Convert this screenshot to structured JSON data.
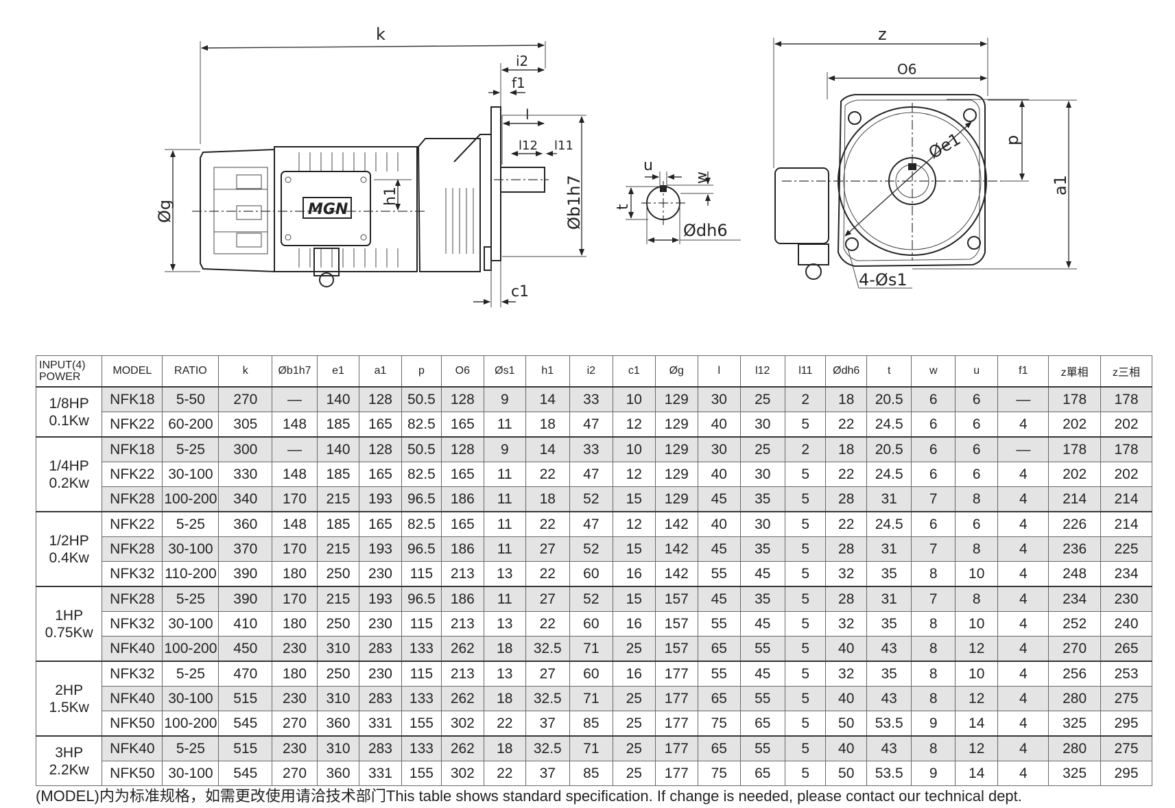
{
  "drawing": {
    "side_labels": {
      "k": "k",
      "i2": "i2",
      "f1": "f1",
      "l": "l",
      "l12": "l12",
      "l11": "l11",
      "g": "Øg",
      "h1": "h1",
      "b1h7": "Øb1h7",
      "c1": "c1"
    },
    "brand": "MGN",
    "shaft_labels": {
      "u": "u",
      "w": "w",
      "t": "t",
      "dh6": "Ødh6"
    },
    "front_labels": {
      "z": "z",
      "o6": "O6",
      "e1": "Øe1",
      "p": "p",
      "a1": "a1",
      "s1": "4-Øs1"
    }
  },
  "table": {
    "headers": [
      "INPUT(4)\nPOWER",
      "MODEL",
      "RATIO",
      "k",
      "Øb1h7",
      "e1",
      "a1",
      "p",
      "O6",
      "Øs1",
      "h1",
      "i2",
      "c1",
      "Øg",
      "l",
      "l12",
      "l11",
      "Ødh6",
      "t",
      "w",
      "u",
      "f1",
      "z單相",
      "z三相"
    ],
    "groups": [
      {
        "power": "1/8HP\n0.1Kw",
        "rows": [
          [
            "NFK18",
            "5-50",
            "270",
            "—",
            "140",
            "128",
            "50.5",
            "128",
            "9",
            "14",
            "33",
            "10",
            "129",
            "30",
            "25",
            "2",
            "18",
            "20.5",
            "6",
            "6",
            "—",
            "178",
            "178"
          ],
          [
            "NFK22",
            "60-200",
            "305",
            "148",
            "185",
            "165",
            "82.5",
            "165",
            "11",
            "18",
            "47",
            "12",
            "129",
            "40",
            "30",
            "5",
            "22",
            "24.5",
            "6",
            "6",
            "4",
            "202",
            "202"
          ]
        ]
      },
      {
        "power": "1/4HP\n0.2Kw",
        "rows": [
          [
            "NFK18",
            "5-25",
            "300",
            "—",
            "140",
            "128",
            "50.5",
            "128",
            "9",
            "14",
            "33",
            "10",
            "129",
            "30",
            "25",
            "2",
            "18",
            "20.5",
            "6",
            "6",
            "—",
            "178",
            "178"
          ],
          [
            "NFK22",
            "30-100",
            "330",
            "148",
            "185",
            "165",
            "82.5",
            "165",
            "11",
            "22",
            "47",
            "12",
            "129",
            "40",
            "30",
            "5",
            "22",
            "24.5",
            "6",
            "6",
            "4",
            "202",
            "202"
          ],
          [
            "NFK28",
            "100-200",
            "340",
            "170",
            "215",
            "193",
            "96.5",
            "186",
            "11",
            "18",
            "52",
            "15",
            "129",
            "45",
            "35",
            "5",
            "28",
            "31",
            "7",
            "8",
            "4",
            "214",
            "214"
          ]
        ]
      },
      {
        "power": "1/2HP\n0.4Kw",
        "rows": [
          [
            "NFK22",
            "5-25",
            "360",
            "148",
            "185",
            "165",
            "82.5",
            "165",
            "11",
            "22",
            "47",
            "12",
            "142",
            "40",
            "30",
            "5",
            "22",
            "24.5",
            "6",
            "6",
            "4",
            "226",
            "214"
          ],
          [
            "NFK28",
            "30-100",
            "370",
            "170",
            "215",
            "193",
            "96.5",
            "186",
            "11",
            "27",
            "52",
            "15",
            "142",
            "45",
            "35",
            "5",
            "28",
            "31",
            "7",
            "8",
            "4",
            "236",
            "225"
          ],
          [
            "NFK32",
            "110-200",
            "390",
            "180",
            "250",
            "230",
            "115",
            "213",
            "13",
            "22",
            "60",
            "16",
            "142",
            "55",
            "45",
            "5",
            "32",
            "35",
            "8",
            "10",
            "4",
            "248",
            "234"
          ]
        ]
      },
      {
        "power": "1HP\n0.75Kw",
        "rows": [
          [
            "NFK28",
            "5-25",
            "390",
            "170",
            "215",
            "193",
            "96.5",
            "186",
            "11",
            "27",
            "52",
            "15",
            "157",
            "45",
            "35",
            "5",
            "28",
            "31",
            "7",
            "8",
            "4",
            "234",
            "230"
          ],
          [
            "NFK32",
            "30-100",
            "410",
            "180",
            "250",
            "230",
            "115",
            "213",
            "13",
            "22",
            "60",
            "16",
            "157",
            "55",
            "45",
            "5",
            "32",
            "35",
            "8",
            "10",
            "4",
            "252",
            "240"
          ],
          [
            "NFK40",
            "100-200",
            "450",
            "230",
            "310",
            "283",
            "133",
            "262",
            "18",
            "32.5",
            "71",
            "25",
            "157",
            "65",
            "55",
            "5",
            "40",
            "43",
            "8",
            "12",
            "4",
            "270",
            "265"
          ]
        ]
      },
      {
        "power": "2HP\n1.5Kw",
        "rows": [
          [
            "NFK32",
            "5-25",
            "470",
            "180",
            "250",
            "230",
            "115",
            "213",
            "13",
            "27",
            "60",
            "16",
            "177",
            "55",
            "45",
            "5",
            "32",
            "35",
            "8",
            "10",
            "4",
            "256",
            "253"
          ],
          [
            "NFK40",
            "30-100",
            "515",
            "230",
            "310",
            "283",
            "133",
            "262",
            "18",
            "32.5",
            "71",
            "25",
            "177",
            "65",
            "55",
            "5",
            "40",
            "43",
            "8",
            "12",
            "4",
            "280",
            "275"
          ],
          [
            "NFK50",
            "100-200",
            "545",
            "270",
            "360",
            "331",
            "155",
            "302",
            "22",
            "37",
            "85",
            "25",
            "177",
            "75",
            "65",
            "5",
            "50",
            "53.5",
            "9",
            "14",
            "4",
            "325",
            "295"
          ]
        ]
      },
      {
        "power": "3HP\n2.2Kw",
        "rows": [
          [
            "NFK40",
            "5-25",
            "515",
            "230",
            "310",
            "283",
            "133",
            "262",
            "18",
            "32.5",
            "71",
            "25",
            "177",
            "65",
            "55",
            "5",
            "40",
            "43",
            "8",
            "12",
            "4",
            "280",
            "275"
          ],
          [
            "NFK50",
            "30-100",
            "545",
            "270",
            "360",
            "331",
            "155",
            "302",
            "22",
            "37",
            "85",
            "25",
            "177",
            "75",
            "65",
            "5",
            "50",
            "53.5",
            "9",
            "14",
            "4",
            "325",
            "295"
          ]
        ]
      }
    ]
  },
  "footnote": "(MODEL)内为标准规格，如需更改使用请洽技术部门This table shows standard specification. If change is needed, please contact our technical dept."
}
